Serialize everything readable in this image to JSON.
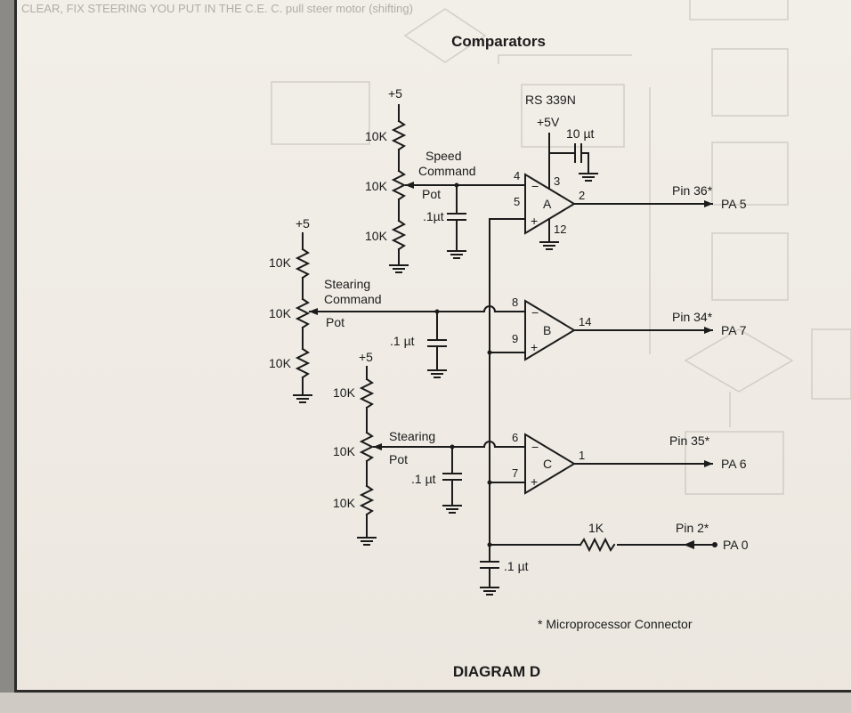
{
  "page": {
    "title": "Comparators",
    "caption": "DIAGRAM D",
    "bleed_text": "CLEAR, FIX STEERING YOU PUT IN THE C.E. C. pull steer motor (shifting)"
  },
  "chip": {
    "part": "RS 339N",
    "supply": "+5V",
    "bypass_cap": "10 µt"
  },
  "comparators": [
    {
      "id": "A",
      "inv_pin": "4",
      "noninv_pin": "5",
      "out_pin": "2",
      "vcc_pin": "3",
      "gnd_pin": "12"
    },
    {
      "id": "B",
      "inv_pin": "8",
      "noninv_pin": "9",
      "out_pin": "14"
    },
    {
      "id": "C",
      "inv_pin": "6",
      "noninv_pin": "7",
      "out_pin": "1"
    }
  ],
  "dividers": {
    "speed": {
      "supply": "+5",
      "r_top": "10K",
      "pot": "10K",
      "r_bottom": "10K",
      "pot_label": "Pot",
      "command_line1": "Speed",
      "command_line2": "Command",
      "cap": ".1µt"
    },
    "steering": {
      "supply": "+5",
      "r_top": "10K",
      "pot": "10K",
      "r_bottom": "10K",
      "pot_label": "Pot",
      "command_line1": "Stearing",
      "command_line2": "Command",
      "cap": ".1 µt"
    },
    "steering_pot": {
      "supply": "+5",
      "r_top": "10K",
      "pot": "10K",
      "r_bottom": "10K",
      "pot_label": "Pot",
      "command_line1": "Stearing",
      "cap": ".1 µt"
    }
  },
  "outputs": [
    {
      "pin": "Pin 36*",
      "port": "PA 5"
    },
    {
      "pin": "Pin 34*",
      "port": "PA 7"
    },
    {
      "pin": "Pin 35*",
      "port": "PA 6"
    },
    {
      "pin": "Pin 2*",
      "port": "PA 0"
    }
  ],
  "input_network": {
    "resistor": "1K",
    "cap": ".1 µt"
  },
  "footnote": "* Microprocessor Connector"
}
